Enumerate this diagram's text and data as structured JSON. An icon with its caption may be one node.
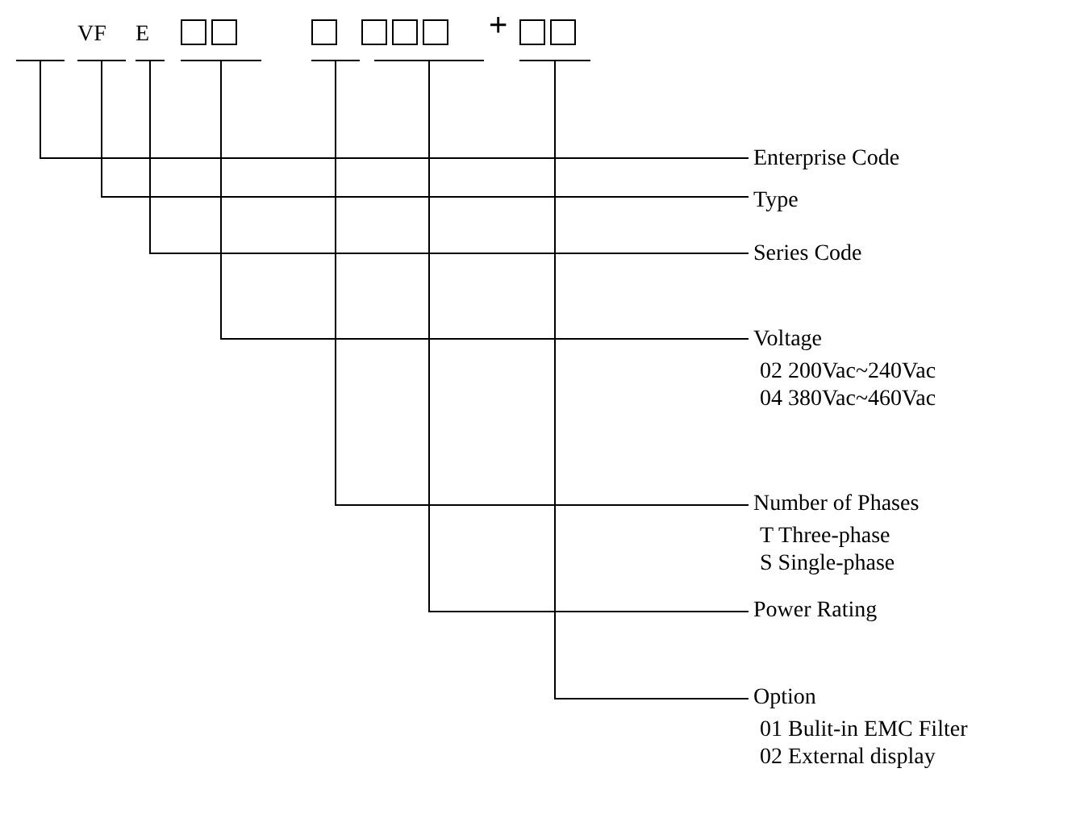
{
  "diagram": {
    "nodes": [
      {
        "text": [],
        "shape": "bar"
      },
      {
        "text": [
          "VF"
        ]
      },
      {
        "text": [
          "E"
        ]
      },
      {
        "text": [],
        "shape": "box"
      },
      {
        "text": [],
        "shape": "box"
      },
      {
        "text": [],
        "shape": "box"
      },
      {
        "text": [],
        "shape": "box"
      },
      {
        "text": [
          "Enterprise Code"
        ]
      },
      {
        "text": [
          "Type"
        ]
      },
      {
        "text": [
          "Series Code"
        ]
      },
      {
        "text": [
          "Voltage",
          "02 200Vac~240Vac",
          "04 380Vac~460Vac"
        ]
      },
      {
        "text": [
          "Number of Phases",
          "T Three-phase",
          "S Single-phase"
        ]
      },
      {
        "text": [
          "Power Rating"
        ]
      },
      {
        "text": [
          "Option",
          "01 Bulit-in EMC Filter",
          "02 External display"
        ]
      }
    ],
    "edges": [
      {
        "from": 0,
        "to": 7,
        "arrow": "none"
      },
      {
        "from": 1,
        "to": 8,
        "arrow": "none"
      },
      {
        "from": 2,
        "to": 9,
        "arrow": "none"
      },
      {
        "from": 3,
        "to": 10,
        "arrow": "none"
      },
      {
        "from": 4,
        "to": 11,
        "arrow": "none"
      },
      {
        "from": 5,
        "to": 12,
        "arrow": "none"
      },
      {
        "from": 6,
        "to": 13,
        "arrow": "none"
      }
    ],
    "labels": [
      "+"
    ]
  }
}
